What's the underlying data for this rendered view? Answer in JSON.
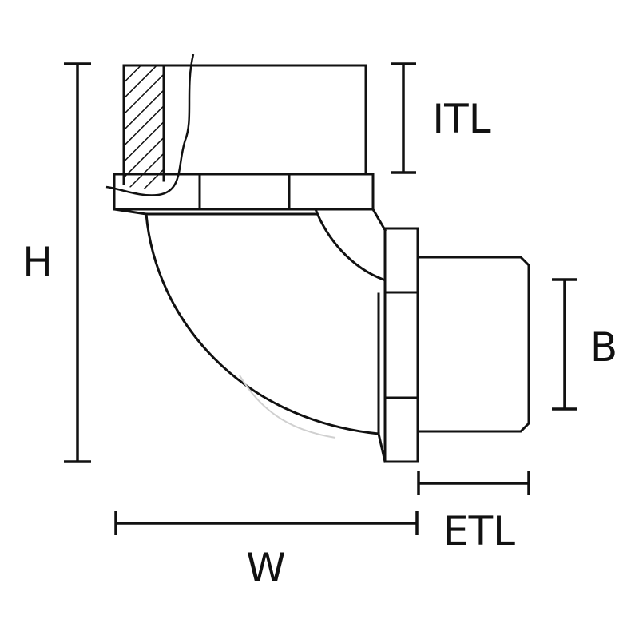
{
  "diagram": {
    "labels": {
      "h": "H",
      "itl": "ITL",
      "b": "B",
      "etl": "ETL",
      "w": "W"
    },
    "colors": {
      "line": "#111111",
      "background": "#ffffff"
    }
  }
}
